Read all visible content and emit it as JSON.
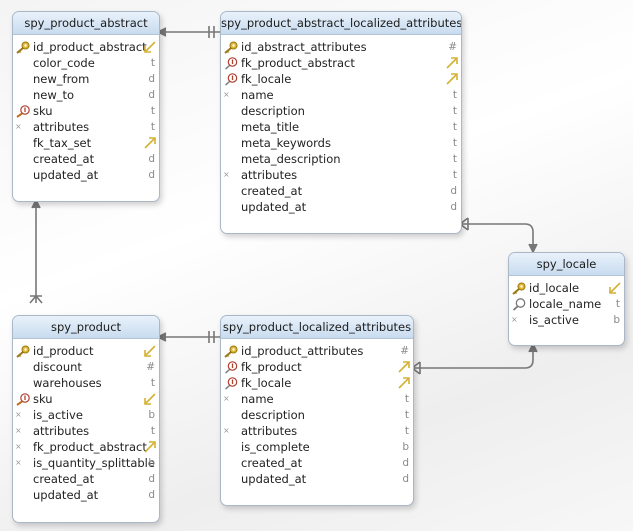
{
  "tables": [
    {
      "id": "abstract",
      "title": "spy_product_abstract",
      "columns": [
        {
          "name": "id_product_abstract",
          "type": "key",
          "icons": [
            "key"
          ]
        },
        {
          "name": "color_code",
          "type": "t",
          "icons": []
        },
        {
          "name": "new_from",
          "type": "d",
          "icons": []
        },
        {
          "name": "new_to",
          "type": "d",
          "icons": []
        },
        {
          "name": "sku",
          "type": "t",
          "icons": [
            "unique"
          ]
        },
        {
          "name": "attributes",
          "type": "t",
          "icons": [
            "nn"
          ]
        },
        {
          "name": "fk_tax_set",
          "type": "fk",
          "icons": []
        },
        {
          "name": "created_at",
          "type": "d",
          "icons": []
        },
        {
          "name": "updated_at",
          "type": "d",
          "icons": []
        }
      ]
    },
    {
      "id": "abstract_loc",
      "title": "spy_product_abstract_localized_attributes",
      "columns": [
        {
          "name": "id_abstract_attributes",
          "type": "#",
          "icons": [
            "key"
          ]
        },
        {
          "name": "fk_product_abstract",
          "type": "fk",
          "icons": [
            "index"
          ]
        },
        {
          "name": "fk_locale",
          "type": "fk",
          "icons": [
            "index"
          ]
        },
        {
          "name": "name",
          "type": "t",
          "icons": [
            "nn"
          ]
        },
        {
          "name": "description",
          "type": "t",
          "icons": []
        },
        {
          "name": "meta_title",
          "type": "t",
          "icons": []
        },
        {
          "name": "meta_keywords",
          "type": "t",
          "icons": []
        },
        {
          "name": "meta_description",
          "type": "t",
          "icons": []
        },
        {
          "name": "attributes",
          "type": "t",
          "icons": [
            "nn"
          ]
        },
        {
          "name": "created_at",
          "type": "d",
          "icons": []
        },
        {
          "name": "updated_at",
          "type": "d",
          "icons": []
        }
      ]
    },
    {
      "id": "locale",
      "title": "spy_locale",
      "columns": [
        {
          "name": "id_locale",
          "type": "key",
          "icons": [
            "key"
          ]
        },
        {
          "name": "locale_name",
          "type": "t",
          "icons": [
            "search"
          ]
        },
        {
          "name": "is_active",
          "type": "b",
          "icons": [
            "nn"
          ]
        }
      ]
    },
    {
      "id": "product",
      "title": "spy_product",
      "columns": [
        {
          "name": "id_product",
          "type": "key",
          "icons": [
            "key"
          ]
        },
        {
          "name": "discount",
          "type": "#",
          "icons": []
        },
        {
          "name": "warehouses",
          "type": "t",
          "icons": []
        },
        {
          "name": "sku",
          "type": "key",
          "icons": [
            "unique"
          ]
        },
        {
          "name": "is_active",
          "type": "b",
          "icons": [
            "nn"
          ]
        },
        {
          "name": "attributes",
          "type": "t",
          "icons": [
            "nn"
          ]
        },
        {
          "name": "fk_product_abstract",
          "type": "fk",
          "icons": [
            "nn"
          ]
        },
        {
          "name": "is_quantity_splittable",
          "type": "b",
          "icons": [
            "nn"
          ]
        },
        {
          "name": "created_at",
          "type": "d",
          "icons": []
        },
        {
          "name": "updated_at",
          "type": "d",
          "icons": []
        }
      ]
    },
    {
      "id": "product_loc",
      "title": "spy_product_localized_attributes",
      "columns": [
        {
          "name": "id_product_attributes",
          "type": "#",
          "icons": [
            "key"
          ]
        },
        {
          "name": "fk_product",
          "type": "fk",
          "icons": [
            "index"
          ]
        },
        {
          "name": "fk_locale",
          "type": "fk",
          "icons": [
            "index"
          ]
        },
        {
          "name": "name",
          "type": "t",
          "icons": [
            "nn"
          ]
        },
        {
          "name": "description",
          "type": "t",
          "icons": []
        },
        {
          "name": "attributes",
          "type": "t",
          "icons": [
            "nn"
          ]
        },
        {
          "name": "is_complete",
          "type": "b",
          "icons": []
        },
        {
          "name": "created_at",
          "type": "d",
          "icons": []
        },
        {
          "name": "updated_at",
          "type": "d",
          "icons": []
        }
      ]
    }
  ],
  "colors": {
    "link": "#777777",
    "key_gold": "#c9a227",
    "fk_arrow": "#d9b840",
    "index_red": "#c0392b"
  }
}
